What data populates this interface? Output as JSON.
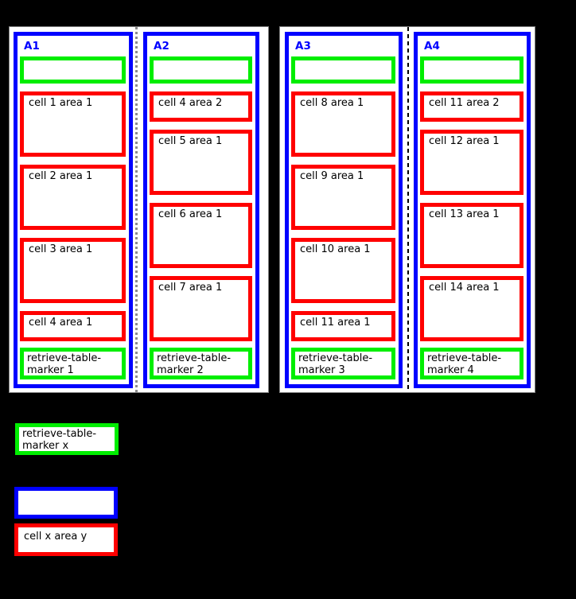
{
  "colors": {
    "page_background": "#000000",
    "panel_background": "#ffffff",
    "column_border": "#0000ff",
    "column_label_text": "#0000ff",
    "cell_border": "#ff0000",
    "marker_border": "#00ee00",
    "divider_panel1": "#8c8c8c",
    "divider_panel2": "#000000"
  },
  "panels": [
    {
      "columns": [
        {
          "label": "A1",
          "cells": [
            "cell 1 area 1",
            "cell 2 area 1",
            "cell 3 area 1",
            "cell 4 area 1"
          ],
          "marker": "retrieve-table-marker 1"
        },
        {
          "label": "A2",
          "cells": [
            "cell 4 area 2",
            "cell 5 area 1",
            "cell 6 area 1",
            "cell 7 area 1"
          ],
          "marker": "retrieve-table-marker 2"
        }
      ]
    },
    {
      "columns": [
        {
          "label": "A3",
          "cells": [
            "cell 8 area 1",
            "cell 9 area 1",
            "cell 10 area 1",
            "cell 11 area 1"
          ],
          "marker": "retrieve-table-marker 3"
        },
        {
          "label": "A4",
          "cells": [
            "cell 11 area 2",
            "cell 12 area 1",
            "cell 13 area 1",
            "cell 14 area 1"
          ],
          "marker": "retrieve-table-marker 4"
        }
      ]
    }
  ],
  "legend": {
    "marker_label": "retrieve-table-marker x",
    "cell_label": "cell x area y"
  }
}
